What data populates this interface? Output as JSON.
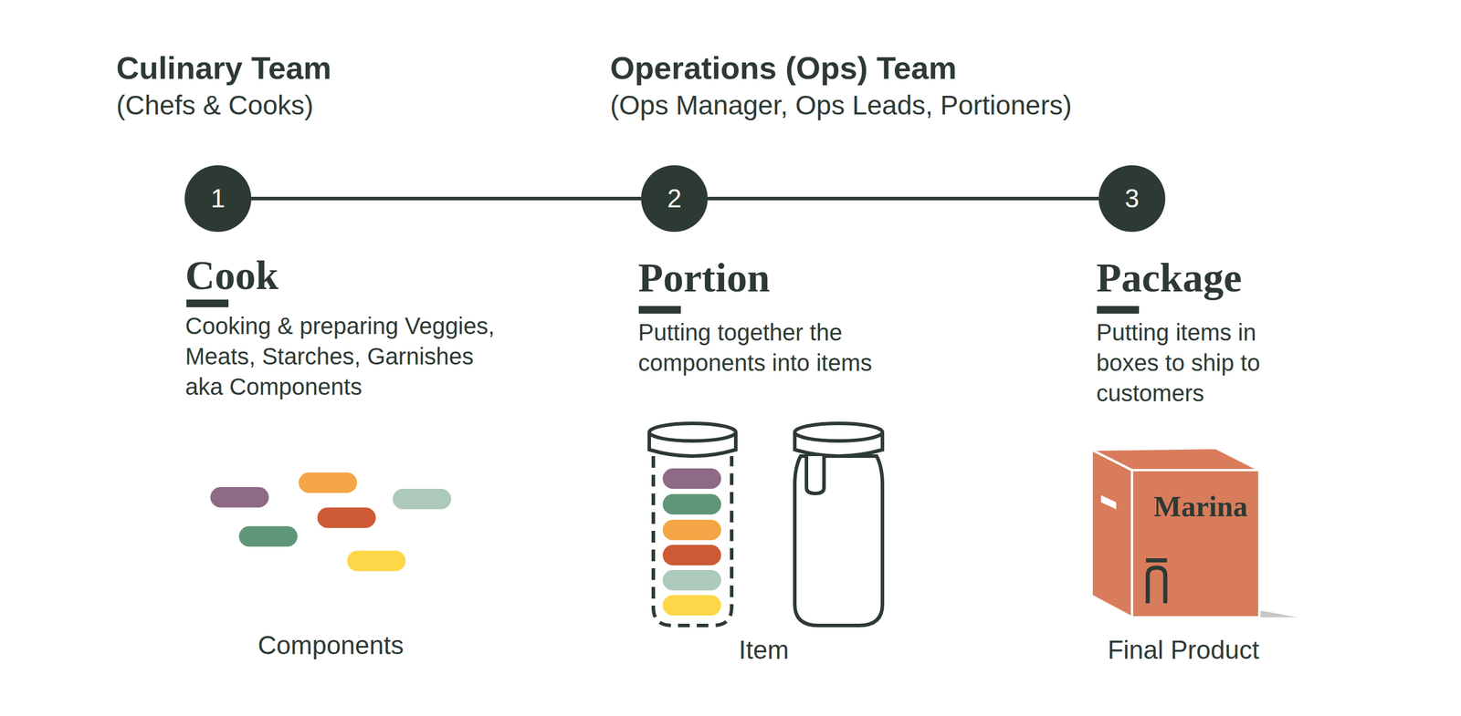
{
  "diagram": {
    "nodes": [
      {
        "text": [
          "1"
        ]
      },
      {
        "text": [
          "2"
        ]
      },
      {
        "text": [
          "3"
        ]
      }
    ],
    "edges": [
      {
        "from": 0,
        "to": 1,
        "arrow": "none"
      },
      {
        "from": 1,
        "to": 2,
        "arrow": "none"
      }
    ],
    "labels": [
      "Culinary Team",
      "(Chefs & Cooks)",
      "Operations (Ops) Team",
      "(Ops Manager, Ops Leads, Portioners)",
      "Cook",
      "Cooking & preparing Veggies, Meats, Starches, Garnishes aka Components",
      "Portion",
      "Putting together the components into items",
      "Package",
      "Putting items in boxes to ship to customers",
      "Components",
      "Item",
      "Final Product",
      "Marina"
    ]
  }
}
